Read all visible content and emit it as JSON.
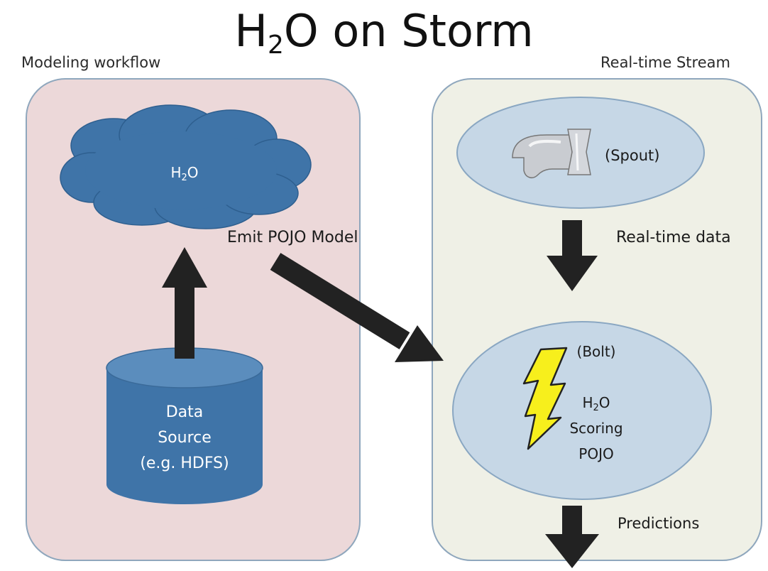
{
  "title": {
    "main": "H",
    "sub": "2",
    "rest": "O on Storm"
  },
  "left_panel": {
    "label": "Modeling workflow",
    "cloud": {
      "main": "H",
      "sub": "2",
      "rest": "O"
    },
    "data_source": {
      "line1": "Data",
      "line2": "Source",
      "line3": "(e.g. HDFS)"
    }
  },
  "right_panel": {
    "label": "Real-time Stream",
    "spout": {
      "label": "(Spout)"
    },
    "realtime_label": "Real-time data",
    "bolt": {
      "label": "(Bolt)",
      "line1_main": "H",
      "line1_sub": "2",
      "line1_rest": "O",
      "line2": "Scoring",
      "line3": "POJO"
    },
    "predictions_label": "Predictions"
  },
  "emit_label": "Emit POJO Model",
  "colors": {
    "left_panel_bg": "#ecd8d9",
    "right_panel_bg": "#eff0e6",
    "shape_blue": "#3f74a8",
    "ellipse_fill": "#c6d7e6",
    "arrow": "#222222",
    "lightning": "#f7ef1c"
  }
}
